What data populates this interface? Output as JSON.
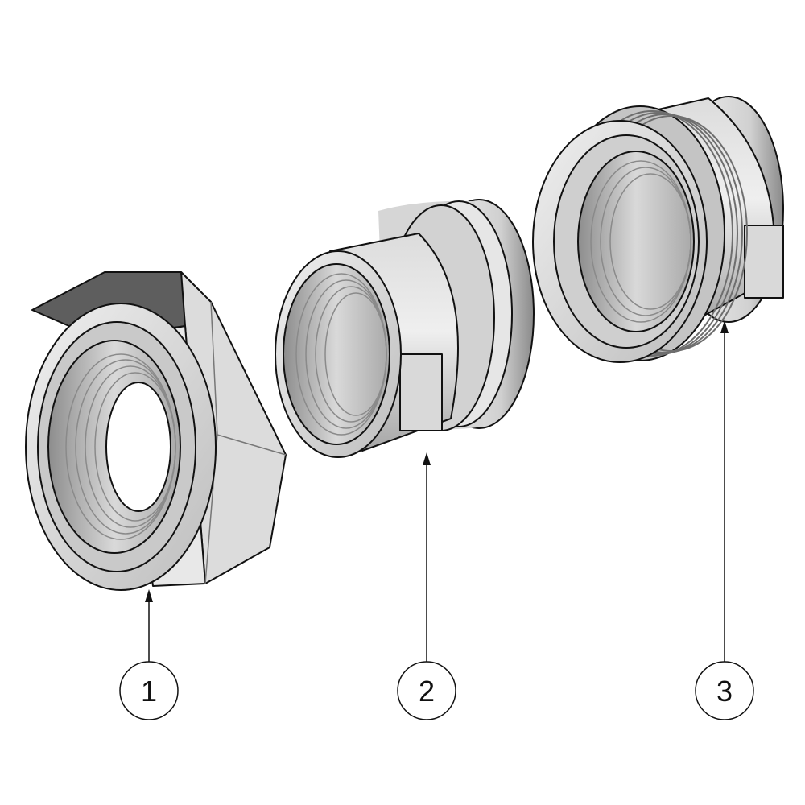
{
  "diagram": {
    "type": "exploded-assembly",
    "colors": {
      "background": "#ffffff",
      "outline": "#111111",
      "metal_light": "#e4e4e4",
      "metal_mid": "#bdbdbd",
      "metal_dark": "#7c7c7c"
    },
    "parts": [
      {
        "id": "part-1",
        "kind": "hex-nut",
        "callout": "1"
      },
      {
        "id": "part-2",
        "kind": "threaded-sleeve",
        "callout": "2"
      },
      {
        "id": "part-3",
        "kind": "threaded-adapter",
        "callout": "3"
      }
    ]
  }
}
